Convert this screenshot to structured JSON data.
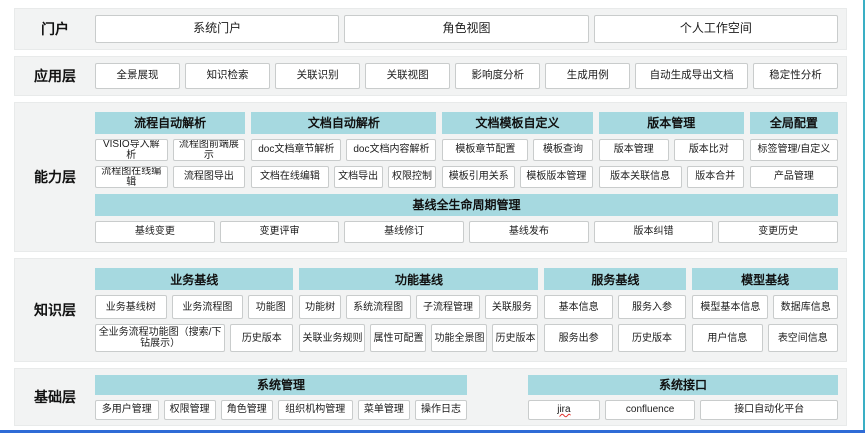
{
  "colors": {
    "header-bg": "#a6d9e0",
    "band-bg": "#f2f3f3",
    "box-border": "#c9cccc",
    "edge-right": "#3aafc4",
    "edge-bottom": "#2e6bd6"
  },
  "layers": [
    {
      "label": "门户",
      "items": [
        "系统门户",
        "角色视图",
        "个人工作空间"
      ]
    },
    {
      "label": "应用层",
      "items": [
        "全景展现",
        "知识检索",
        "关联识别",
        "关联视图",
        "影响度分析",
        "生成用例",
        "自动生成导出文档",
        "稳定性分析"
      ]
    },
    {
      "label": "能力层",
      "groups": [
        {
          "header": "流程自动解析",
          "rows": [
            [
              "VISIO导入解析",
              "流程图前端展示"
            ],
            [
              "流程图在线编辑",
              "流程图导出"
            ]
          ]
        },
        {
          "header": "文档自动解析",
          "rows": [
            [
              "doc文档章节解析",
              "doc文档内容解析"
            ],
            [
              "文档在线编辑",
              "文档导出",
              "权限控制"
            ]
          ]
        },
        {
          "header": "文档模板自定义",
          "rows": [
            [
              "模板章节配置",
              "模板查询"
            ],
            [
              "模板引用关系",
              "模板版本管理"
            ]
          ]
        },
        {
          "header": "版本管理",
          "rows": [
            [
              "版本管理",
              "版本比对"
            ],
            [
              "版本关联信息",
              "版本合并"
            ]
          ]
        },
        {
          "header": "全局配置",
          "rows": [
            [
              "标签管理/自定义"
            ],
            [
              "产品管理"
            ]
          ]
        }
      ],
      "baseline": {
        "header": "基线全生命周期管理",
        "items": [
          "基线变更",
          "变更评审",
          "基线修订",
          "基线发布",
          "版本纠错",
          "变更历史"
        ]
      }
    },
    {
      "label": "知识层",
      "groups": [
        {
          "header": "业务基线",
          "rows": [
            [
              "业务基线树",
              "业务流程图",
              "功能图"
            ],
            [
              "全业务流程功能图（搜索/下钻展示）",
              "历史版本"
            ]
          ]
        },
        {
          "header": "功能基线",
          "rows": [
            [
              "功能树",
              "系统流程图",
              "子流程管理",
              "关联服务"
            ],
            [
              "关联业务规则",
              "属性可配置",
              "功能全景图",
              "历史版本"
            ]
          ]
        },
        {
          "header": "服务基线",
          "rows": [
            [
              "基本信息",
              "服务入参"
            ],
            [
              "服务出参",
              "历史版本"
            ]
          ]
        },
        {
          "header": "模型基线",
          "rows": [
            [
              "模型基本信息",
              "数据库信息"
            ],
            [
              "用户信息",
              "表空间信息"
            ]
          ]
        }
      ]
    },
    {
      "label": "基础层",
      "groups": [
        {
          "header": "系统管理",
          "rows": [
            [
              "多用户管理",
              "权限管理",
              "角色管理",
              "组织机构管理",
              "菜单管理",
              "操作日志"
            ]
          ]
        },
        {
          "header": "系统接口",
          "rows": [
            [
              "jira",
              "confluence",
              "接口自动化平台"
            ]
          ]
        }
      ]
    }
  ]
}
